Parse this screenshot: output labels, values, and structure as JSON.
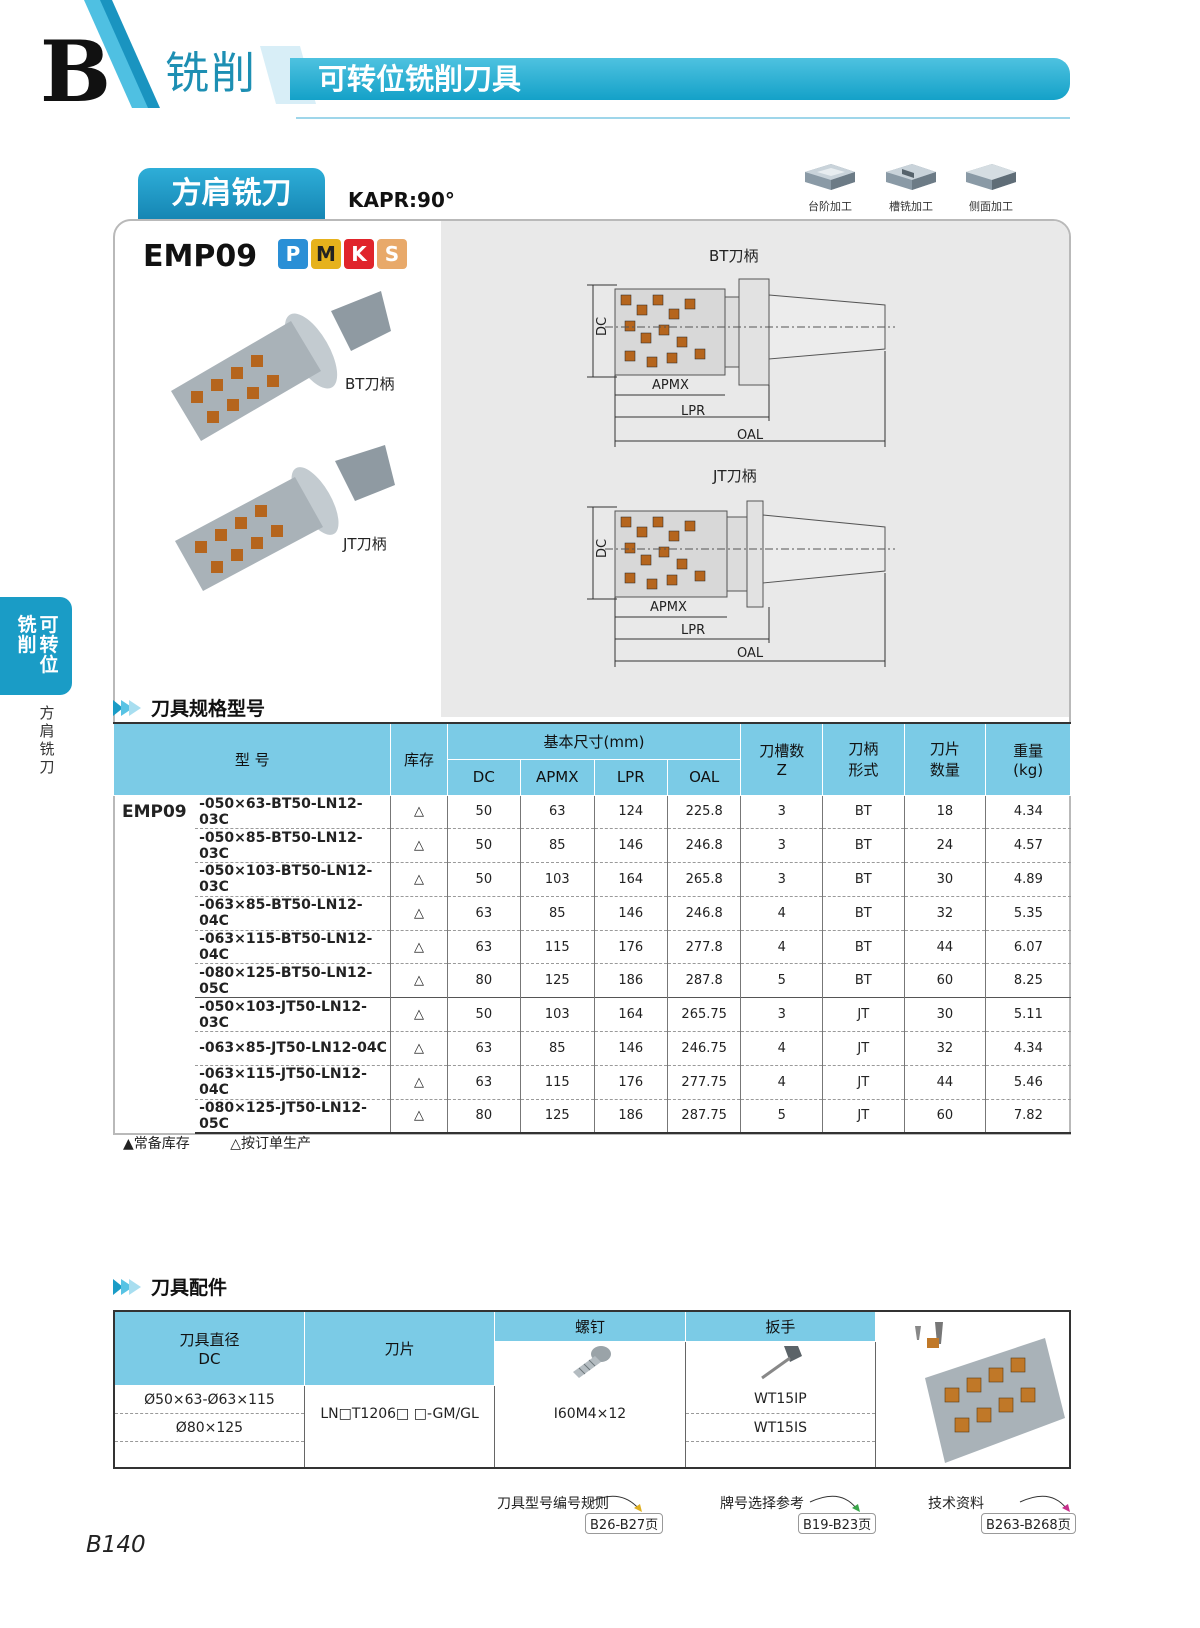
{
  "header": {
    "letter": "B",
    "section": "铣削",
    "title": "可转位铣削刀具"
  },
  "series_tab": "方肩铣刀",
  "kapr": "KAPR:90°",
  "operations": [
    {
      "label": "台阶加工",
      "icon": "step-milling-icon"
    },
    {
      "label": "槽铣加工",
      "icon": "slot-milling-icon"
    },
    {
      "label": "侧面加工",
      "icon": "side-milling-icon"
    }
  ],
  "product": {
    "name": "EMP09",
    "materials": [
      {
        "letter": "P",
        "color": "#2a8fd6"
      },
      {
        "letter": "M",
        "color": "#e6b21c"
      },
      {
        "letter": "K",
        "color": "#e0242b"
      },
      {
        "letter": "S",
        "color": "#e8a96a"
      }
    ],
    "bt_label": "BT刀柄",
    "jt_label": "JT刀柄"
  },
  "drawings": {
    "bt_title": "BT刀柄",
    "jt_title": "JT刀柄",
    "dc": "DC",
    "apmx": "APMX",
    "lpr": "LPR",
    "oal": "OAL"
  },
  "side_tab": {
    "col1": "铣削",
    "col2": "可转位",
    "sub": "方肩铣刀"
  },
  "spec_section": "刀具规格型号",
  "spec_table": {
    "headers": {
      "model": "型 号",
      "stock": "库存",
      "basic": "基本尺寸(mm)",
      "dc": "DC",
      "apmx": "APMX",
      "lpr": "LPR",
      "oal": "OAL",
      "flutes": "刀槽数",
      "flutes_z": "Z",
      "shank": "刀柄",
      "shank2": "形式",
      "inserts": "刀片",
      "inserts2": "数量",
      "weight": "重量",
      "weight2": "(kg)"
    },
    "series": "EMP09",
    "rows": [
      {
        "model": "-050×63-BT50-LN12-03C",
        "stock": "△",
        "dc": "50",
        "apmx": "63",
        "lpr": "124",
        "oal": "225.8",
        "z": "3",
        "shank": "BT",
        "inserts": "18",
        "kg": "4.34"
      },
      {
        "model": "-050×85-BT50-LN12-03C",
        "stock": "△",
        "dc": "50",
        "apmx": "85",
        "lpr": "146",
        "oal": "246.8",
        "z": "3",
        "shank": "BT",
        "inserts": "24",
        "kg": "4.57"
      },
      {
        "model": "-050×103-BT50-LN12-03C",
        "stock": "△",
        "dc": "50",
        "apmx": "103",
        "lpr": "164",
        "oal": "265.8",
        "z": "3",
        "shank": "BT",
        "inserts": "30",
        "kg": "4.89"
      },
      {
        "model": "-063×85-BT50-LN12-04C",
        "stock": "△",
        "dc": "63",
        "apmx": "85",
        "lpr": "146",
        "oal": "246.8",
        "z": "4",
        "shank": "BT",
        "inserts": "32",
        "kg": "5.35"
      },
      {
        "model": "-063×115-BT50-LN12-04C",
        "stock": "△",
        "dc": "63",
        "apmx": "115",
        "lpr": "176",
        "oal": "277.8",
        "z": "4",
        "shank": "BT",
        "inserts": "44",
        "kg": "6.07"
      },
      {
        "model": "-080×125-BT50-LN12-05C",
        "stock": "△",
        "dc": "80",
        "apmx": "125",
        "lpr": "186",
        "oal": "287.8",
        "z": "5",
        "shank": "BT",
        "inserts": "60",
        "kg": "8.25"
      },
      {
        "model": "-050×103-JT50-LN12-03C",
        "stock": "△",
        "dc": "50",
        "apmx": "103",
        "lpr": "164",
        "oal": "265.75",
        "z": "3",
        "shank": "JT",
        "inserts": "30",
        "kg": "5.11"
      },
      {
        "model": "-063×85-JT50-LN12-04C",
        "stock": "△",
        "dc": "63",
        "apmx": "85",
        "lpr": "146",
        "oal": "246.75",
        "z": "4",
        "shank": "JT",
        "inserts": "32",
        "kg": "4.34"
      },
      {
        "model": "-063×115-JT50-LN12-04C",
        "stock": "△",
        "dc": "63",
        "apmx": "115",
        "lpr": "176",
        "oal": "277.75",
        "z": "4",
        "shank": "JT",
        "inserts": "44",
        "kg": "5.46"
      },
      {
        "model": "-080×125-JT50-LN12-05C",
        "stock": "△",
        "dc": "80",
        "apmx": "125",
        "lpr": "186",
        "oal": "287.75",
        "z": "5",
        "shank": "JT",
        "inserts": "60",
        "kg": "7.82"
      }
    ]
  },
  "legend": {
    "stock": "▲常备库存",
    "order": "△按订单生产"
  },
  "acc_section": "刀具配件",
  "acc_table": {
    "h_dia": "刀具直径",
    "h_dia2": "DC",
    "h_insert": "刀片",
    "h_screw": "螺钉",
    "h_wrench": "扳手",
    "dia1": "Ø50×63-Ø63×115",
    "dia2": "Ø80×125",
    "insert": "LN□T1206□ □-GM/GL",
    "screw": "I60M4×12",
    "wrench1": "WT15IP",
    "wrench2": "WT15IS"
  },
  "refs": [
    {
      "label": "刀具型号编号规则",
      "page": "B26-B27页"
    },
    {
      "label": "牌号选择参考",
      "page": "B19-B23页"
    },
    {
      "label": "技术资料",
      "page": "B263-B268页"
    }
  ],
  "page_number": "B140"
}
